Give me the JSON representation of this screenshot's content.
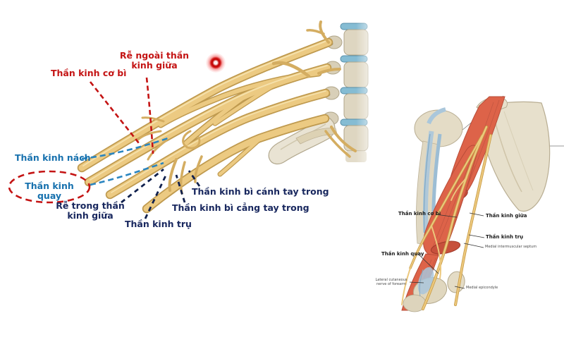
{
  "slide": {
    "background": "#ffffff"
  },
  "colors": {
    "red_annotation": "#c41414",
    "blue_annotation": "#1771ae",
    "navy_annotation": "#18275e",
    "nerve_yellow": "#ecca82",
    "nerve_outline": "#bf9a4f",
    "vertebra_beige": "#ded6c1",
    "disc_blue": "#85bcd3",
    "muscle_red": "#dd6349",
    "bone_beige": "#e4dcc6",
    "tendon_blue": "#aac7db",
    "laser_pointer": "#c00000"
  },
  "left_diagram": {
    "labels": {
      "co_bi": "Thần kinh cơ bì",
      "re_ngoai_line1": "Rễ ngoài thần",
      "re_ngoai_line2": "kinh giữa",
      "nach": "Thần kinh nách",
      "quay": "Thần kinh quay",
      "re_trong_line1": "Rễ trong thần",
      "re_trong_line2": "kinh giữa",
      "tru": "Thần kinh trụ",
      "bi_canh_tay": "Thần kinh bì cánh tay trong",
      "bi_cang_tay": "Thần kinh bì cẳng tay trong"
    }
  },
  "right_diagram": {
    "labels": {
      "co_bi": "Thần kinh cơ bì",
      "giua": "Thần kinh giữa",
      "tru": "Thần kinh trụ",
      "septum": "Medial intermuscular septum",
      "quay": "Thần kinh quay",
      "lat_cut_line1": "Lateral cutaneous",
      "lat_cut_line2": "nerve of forearm",
      "med_epi": "Medial epicondyle"
    }
  }
}
